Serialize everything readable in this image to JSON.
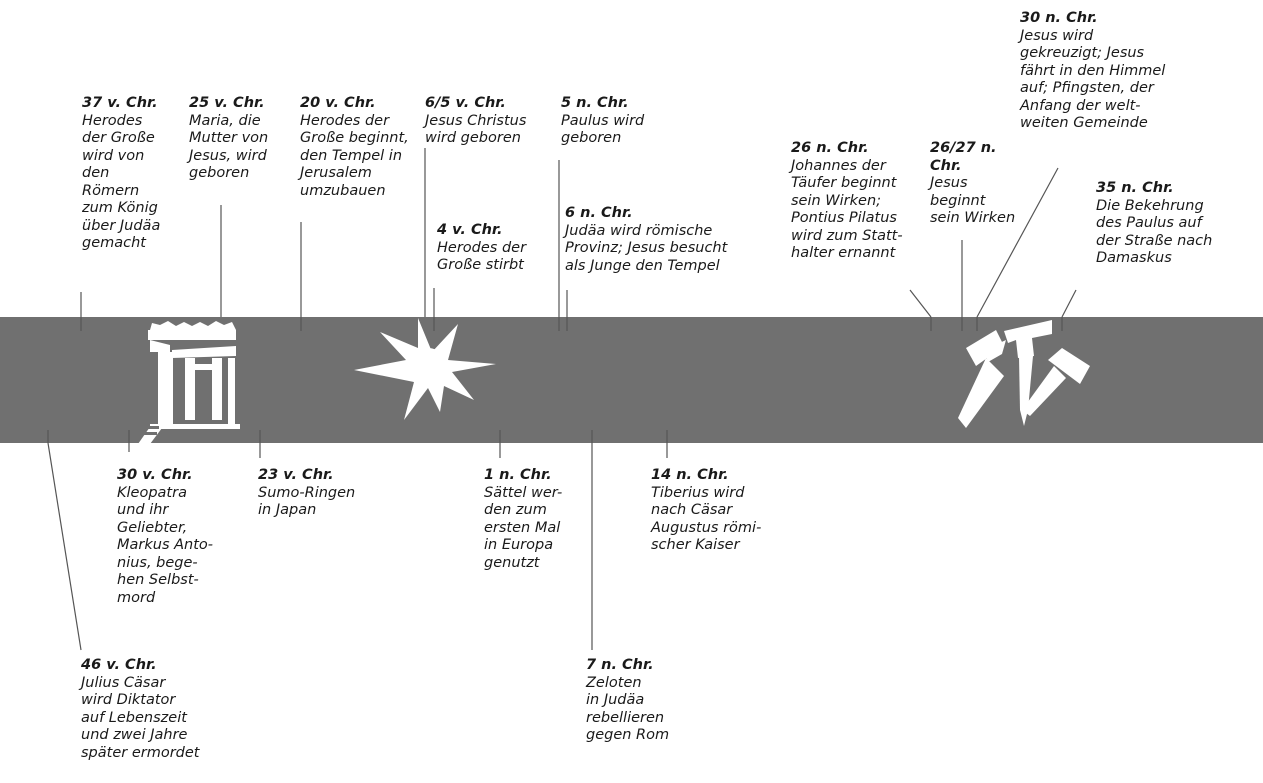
{
  "colors": {
    "band": "#707070",
    "ink": "#1a1a1a",
    "icon": "#ffffff"
  },
  "icons": {
    "temple": "temple-icon",
    "star": "star-of-bethlehem-icon",
    "cross": "crossed-hammers-icon"
  },
  "events": {
    "e37bc": {
      "date": "37 v. Chr.",
      "text": "Herodes\nder Große\nwird von\nden\nRömern\nzum König\nüber Judäa\ngemacht"
    },
    "e25bc": {
      "date": "25 v. Chr.",
      "text": "Maria, die\nMutter von\nJesus, wird\ngeboren"
    },
    "e20bc": {
      "date": "20 v. Chr.",
      "text": "Herodes der\nGroße beginnt,\nden Tempel in\nJerusalem\numzubauen"
    },
    "e6bc": {
      "date": "6/5 v. Chr.",
      "text": "Jesus Christus\nwird geboren"
    },
    "e4bc": {
      "date": "4 v. Chr.",
      "text": "Herodes der\nGroße stirbt"
    },
    "e5ad": {
      "date": "5 n. Chr.",
      "text": "Paulus wird\ngeboren"
    },
    "e6ad": {
      "date": "6 n. Chr.",
      "text": "Judäa wird römische\nProvinz; Jesus besucht\nals Junge den Tempel"
    },
    "e26ad": {
      "date": "26 n. Chr.",
      "text": "Johannes der\nTäufer beginnt\nsein Wirken;\nPontius Pilatus\nwird zum Statt-\nhalter ernannt"
    },
    "e2627ad": {
      "date": "26/27 n.\nChr.",
      "text": "Jesus\nbeginnt\nsein Wirken"
    },
    "e30ad": {
      "date": "30 n. Chr.",
      "text": "Jesus wird\ngekreuzigt; Jesus\nfährt in den Himmel\nauf; Pfingsten, der\nAnfang der welt-\nweiten Gemeinde"
    },
    "e35ad": {
      "date": "35 n. Chr.",
      "text": "Die Bekehrung\ndes Paulus auf\nder Straße nach\nDamaskus"
    },
    "e46bc": {
      "date": "46 v. Chr.",
      "text": "Julius Cäsar\nwird Diktator\nauf Lebenszeit\nund zwei Jahre\nspäter ermordet"
    },
    "e30bc": {
      "date": "30 v. Chr.",
      "text": "Kleopatra\nund ihr\nGeliebter,\nMarkus Anto-\nnius, bege-\nhen Selbst-\nmord"
    },
    "e23bc": {
      "date": "23 v. Chr.",
      "text": "Sumo-Ringen\nin Japan"
    },
    "e1ad": {
      "date": "1 n. Chr.",
      "text": "Sättel wer-\nden zum\nersten Mal\nin Europa\ngenutzt"
    },
    "e7ad": {
      "date": "7 n. Chr.",
      "text": "Zeloten\nin Judäa\nrebellieren\ngegen Rom"
    },
    "e14ad": {
      "date": "14 n. Chr.",
      "text": "Tiberius wird\nnach Cäsar\nAugustus römi-\nscher Kaiser"
    }
  }
}
